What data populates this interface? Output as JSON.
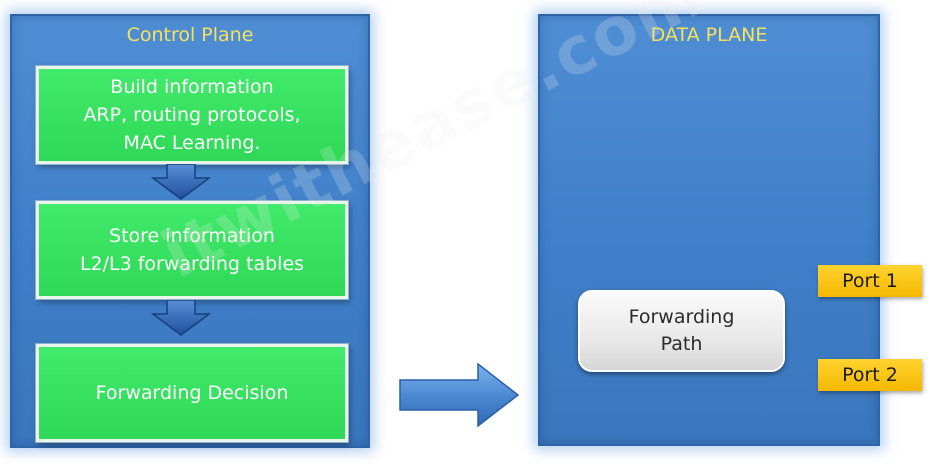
{
  "control_plane": {
    "title": "Control Plane",
    "steps": [
      {
        "lines": [
          "Build information",
          "ARP, routing protocols,",
          "MAC Learning."
        ]
      },
      {
        "lines": [
          "Store information",
          "L2/L3 forwarding tables"
        ]
      },
      {
        "lines": [
          "Forwarding Decision"
        ]
      }
    ]
  },
  "data_plane": {
    "title": "DATA PLANE",
    "forwarding_path": {
      "lines": [
        "Forwarding",
        "Path"
      ]
    },
    "ports": [
      "Port 1",
      "Port 2"
    ]
  },
  "watermark": "itwithease.com",
  "colors": {
    "plane_blue": "#4a88cf",
    "step_green": "#39e062",
    "title_yellow": "#f6e25a",
    "port_yellow": "#f7bd0a",
    "arrow_blue": "#2c64b4"
  },
  "icons": [
    "down-arrow-icon",
    "right-arrow-icon"
  ]
}
